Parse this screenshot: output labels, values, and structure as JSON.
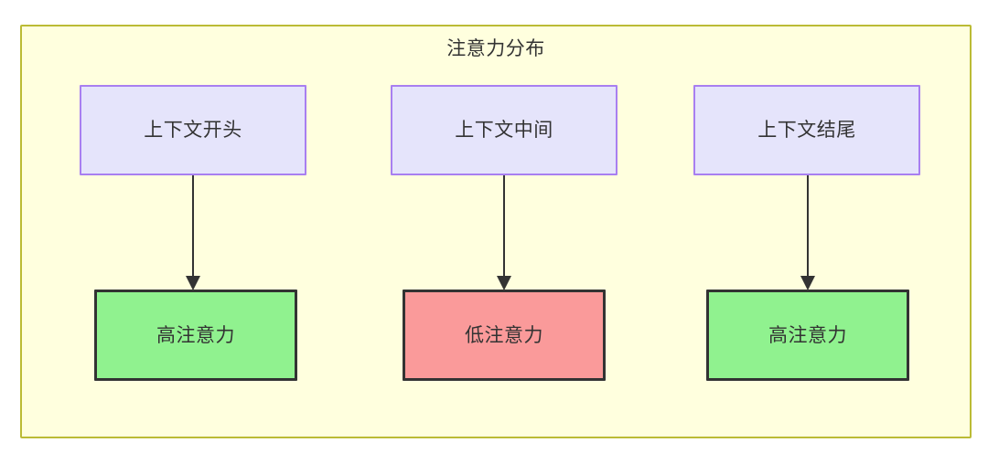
{
  "diagram": {
    "title": "注意力分布",
    "container": {
      "fill": "#ffffde",
      "border": "#bbbb35"
    },
    "nodes": {
      "context": [
        {
          "id": "context-start",
          "label": "上下文开头",
          "fill": "#e5e4fb",
          "border": "#a87ff0"
        },
        {
          "id": "context-middle",
          "label": "上下文中间",
          "fill": "#e5e4fb",
          "border": "#a87ff0"
        },
        {
          "id": "context-end",
          "label": "上下文结尾",
          "fill": "#e5e4fb",
          "border": "#a87ff0"
        }
      ],
      "attention": [
        {
          "id": "attention-high-start",
          "label": "高注意力",
          "fill": "#90f28f",
          "border": "#333333",
          "level": "high"
        },
        {
          "id": "attention-low-middle",
          "label": "低注意力",
          "fill": "#fa9a9a",
          "border": "#333333",
          "level": "low"
        },
        {
          "id": "attention-high-end",
          "label": "高注意力",
          "fill": "#90f28f",
          "border": "#333333",
          "level": "high"
        }
      ]
    },
    "edges": [
      {
        "from": "context-start",
        "to": "attention-high-start",
        "label": ""
      },
      {
        "from": "context-middle",
        "to": "attention-low-middle",
        "label": ""
      },
      {
        "from": "context-end",
        "to": "attention-high-end",
        "label": ""
      }
    ],
    "edge_style": {
      "color": "#333333",
      "arrowhead": "solid-triangle"
    }
  }
}
